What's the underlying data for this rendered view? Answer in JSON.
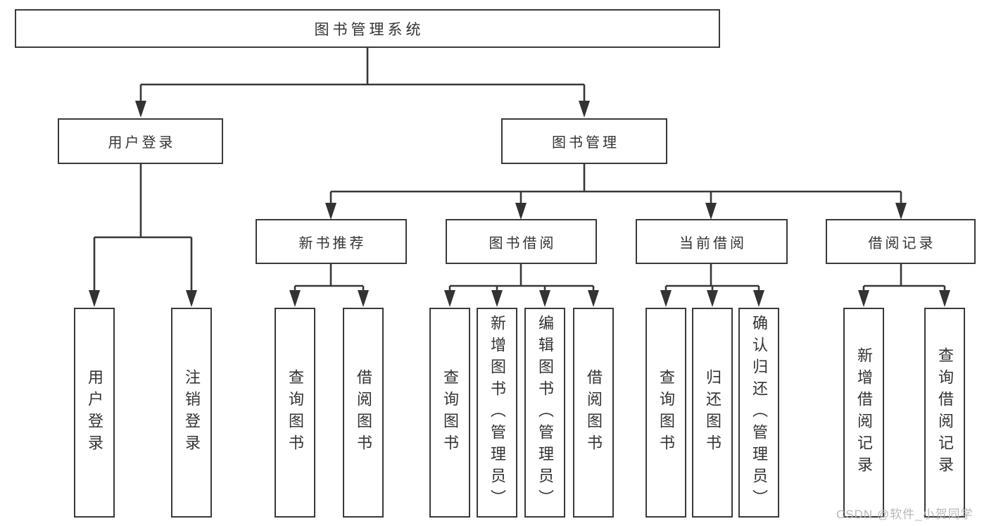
{
  "diagram": {
    "root": {
      "label": "图书管理系统"
    },
    "children": [
      {
        "label": "用户登录",
        "children": [
          {
            "label": "用户登录"
          },
          {
            "label": "注销登录"
          }
        ]
      },
      {
        "label": "图书管理",
        "children": [
          {
            "label": "新书推荐",
            "children": [
              {
                "label": "查询图书"
              },
              {
                "label": "借阅图书"
              }
            ]
          },
          {
            "label": "图书借阅",
            "children": [
              {
                "label": "查询图书"
              },
              {
                "label": "新增图书（管理员）"
              },
              {
                "label": "编辑图书（管理员）"
              },
              {
                "label": "借阅图书"
              }
            ]
          },
          {
            "label": "当前借阅",
            "children": [
              {
                "label": "查询图书"
              },
              {
                "label": "归还图书"
              },
              {
                "label": "确认归还（管理员）"
              }
            ]
          },
          {
            "label": "借阅记录",
            "children": [
              {
                "label": "新增借阅记录"
              },
              {
                "label": "查询借阅记录"
              }
            ]
          }
        ]
      }
    ]
  },
  "watermark": {
    "text": "CSDN @软件_小贺同学"
  },
  "colors": {
    "background": "#ffffff",
    "line": "#383838",
    "box_border": "#3a3a3a",
    "text": "#333333",
    "watermark": "#b8b8b8"
  }
}
